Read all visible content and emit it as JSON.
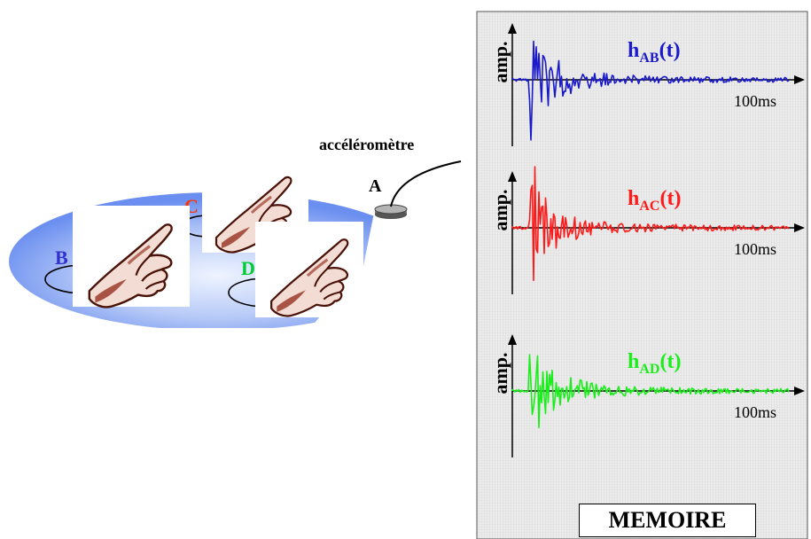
{
  "sensor": {
    "label": "accéléromètre",
    "point_label": "A"
  },
  "plate": {
    "points": [
      {
        "id": "B",
        "label": "B",
        "color": "#3333cc"
      },
      {
        "id": "C",
        "label": "C",
        "color": "#ff3300"
      },
      {
        "id": "D",
        "label": "D",
        "color": "#00cc33"
      }
    ]
  },
  "memory": {
    "title": "MEMOIRE",
    "responses": [
      {
        "id": "AB",
        "label_main": "h",
        "label_sub": "AB",
        "label_tail": "(t)",
        "color": "#1a1acc",
        "ylabel": "amp.",
        "xlabel": "100ms"
      },
      {
        "id": "AC",
        "label_main": "h",
        "label_sub": "AC",
        "label_tail": "(t)",
        "color": "#ff1a1a",
        "ylabel": "amp.",
        "xlabel": "100ms"
      },
      {
        "id": "AD",
        "label_main": "h",
        "label_sub": "AD",
        "label_tail": "(t)",
        "color": "#1aee1a",
        "ylabel": "amp.",
        "xlabel": "100ms"
      }
    ]
  },
  "colors": {
    "panel_bg": "#e3e3e3",
    "plate_light": "#dde8ff",
    "plate_dark": "#6b8ff0",
    "skin": "#8a3a2a"
  }
}
